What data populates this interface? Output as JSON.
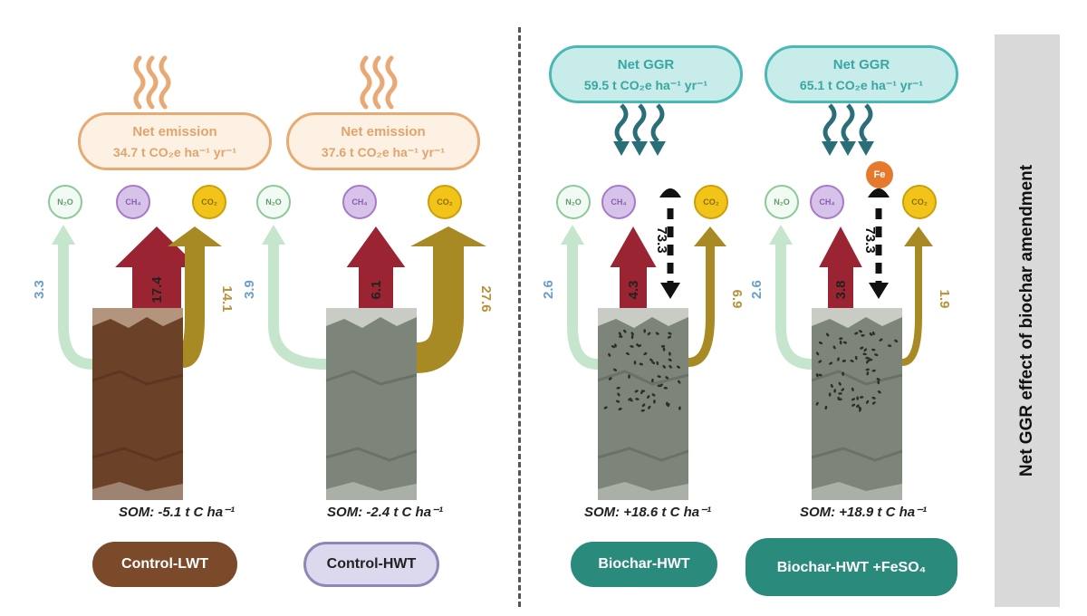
{
  "panels": [
    {
      "id": "control-lwt",
      "type": "emission",
      "bubble_title": "Net emission",
      "bubble_value": "34.7 t CO₂e ha⁻¹ yr⁻¹",
      "n2o_value": "3.3",
      "ch4_value": "17.4",
      "co2_value": "14.1",
      "soil_color": "#6b4128",
      "soil_top": "#b3957d",
      "som": "SOM: -5.1 t C ha⁻¹",
      "label": "Control-LWT",
      "label_bg": "#7a4a2a",
      "label_fg": "#ffffff",
      "label_border": "#7a4a2a"
    },
    {
      "id": "control-hwt",
      "type": "emission",
      "bubble_title": "Net emission",
      "bubble_value": "37.6 t CO₂e ha⁻¹ yr⁻¹",
      "n2o_value": "3.9",
      "ch4_value": "6.1",
      "co2_value": "27.6",
      "soil_color": "#7d857a",
      "soil_top": "#c8ccc4",
      "som": "SOM: -2.4 t C ha⁻¹",
      "label": "Control-HWT",
      "label_bg": "#dcd8ee",
      "label_fg": "#222222",
      "label_border": "#8d87b8"
    },
    {
      "id": "biochar-hwt",
      "type": "ggr",
      "bubble_title": "Net GGR",
      "bubble_value": "59.5 t CO₂e ha⁻¹ yr⁻¹",
      "n2o_value": "2.6",
      "ch4_value": "4.3",
      "co2_value": "6.9",
      "biochar_value": "73.3",
      "soil_color": "#7d857a",
      "soil_top": "#c8ccc4",
      "som": "SOM: +18.6 t C ha⁻¹",
      "label": "Biochar-HWT",
      "label_bg": "#2a8a7c",
      "label_fg": "#ffffff",
      "label_border": "#2a8a7c"
    },
    {
      "id": "biochar-hwt-feso4",
      "type": "ggr",
      "bubble_title": "Net GGR",
      "bubble_value": "65.1 t CO₂e ha⁻¹ yr⁻¹",
      "n2o_value": "2.6",
      "ch4_value": "3.8",
      "co2_value": "1.9",
      "biochar_value": "73.3",
      "fe_label": "Fe",
      "soil_color": "#7d857a",
      "soil_top": "#c8ccc4",
      "som": "SOM: +18.9 t C ha⁻¹",
      "label": "Biochar-HWT +FeSO₄",
      "label_bg": "#2a8a7c",
      "label_fg": "#ffffff",
      "label_border": "#2a8a7c"
    }
  ],
  "gas_labels": {
    "n2o": "N₂O",
    "ch4": "CH₄",
    "co2": "CO₂"
  },
  "colors": {
    "n2o_arrow": "#c5e6cc",
    "ch4_arrow": "#9b2432",
    "co2_arrow": "#a88a24",
    "heat": "#e9a974",
    "ggr_arrow": "#2a6f78",
    "n2o_text": "#6aa0c8",
    "co2_text": "#b8923a"
  },
  "sidebar_title": "Net GGR effect of biochar amendment"
}
